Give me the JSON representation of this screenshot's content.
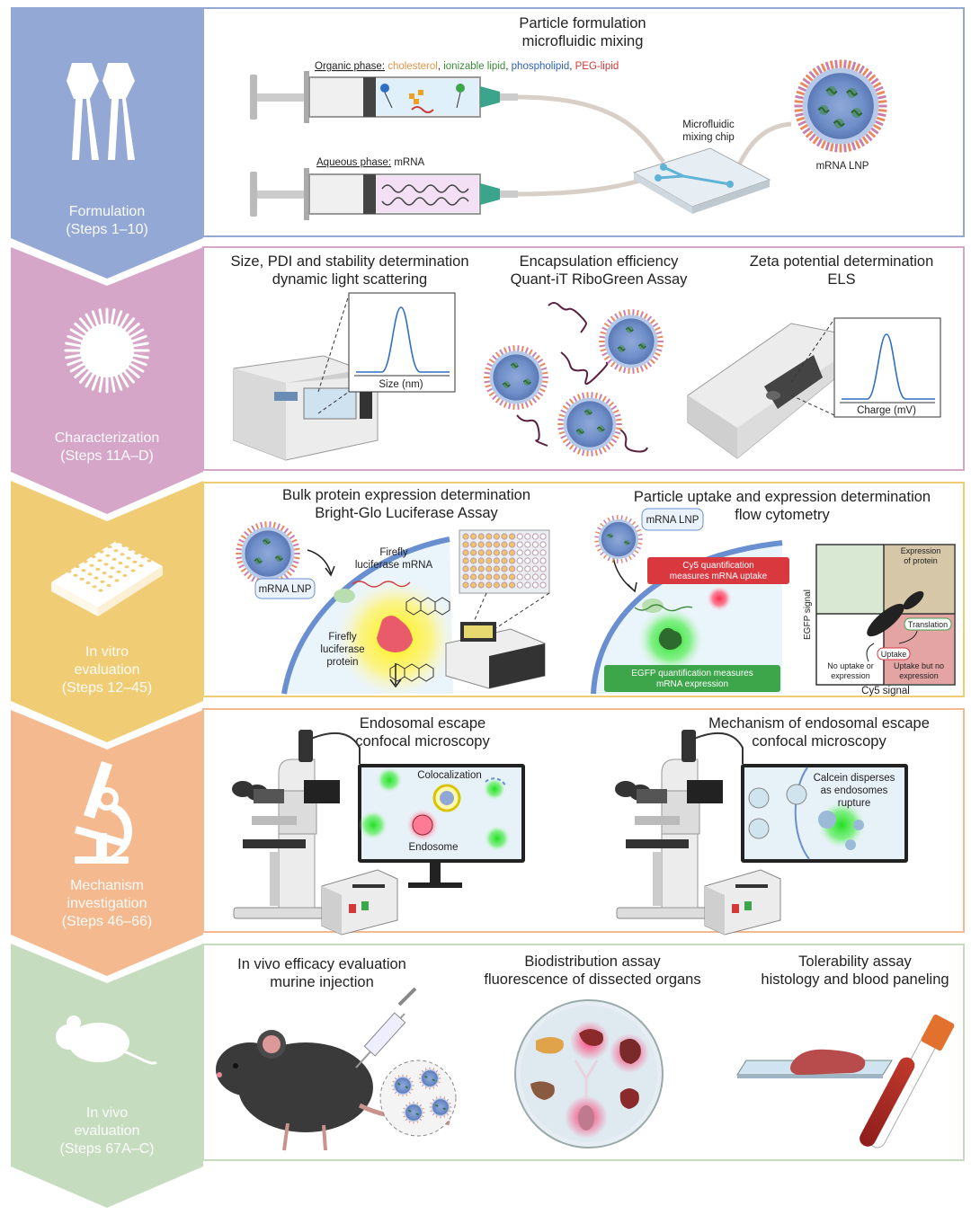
{
  "colors": {
    "formulation": "#93a8d4",
    "characterization": "#d6a6c8",
    "in_vitro": "#f0cc74",
    "mechanism": "#f4b98f",
    "in_vivo": "#c5dcbf"
  },
  "steps": [
    {
      "name": "Formulation",
      "range": "(Steps 1–10)",
      "icon": "lipid-icon"
    },
    {
      "name": "Characterization",
      "range": "(Steps 11A–D)",
      "icon": "nanoparticle-icon"
    },
    {
      "name": "In vitro",
      "name2": "evaluation",
      "range": "(Steps 12–45)",
      "icon": "well-plate-icon"
    },
    {
      "name": "Mechanism",
      "name2": "investigation",
      "range": "(Steps 46–66)",
      "icon": "microscope-icon"
    },
    {
      "name": "In vivo",
      "name2": "evaluation",
      "range": "(Steps 67A–C)",
      "icon": "mouse-icon"
    }
  ],
  "formulation": {
    "title1": "Particle formulation",
    "title2": "microfluidic mixing",
    "organic_label": "Organic phase:",
    "organic_items": [
      "cholesterol",
      "ionizable lipid",
      "phospholipid",
      "PEG-lipid"
    ],
    "aqueous_label": "Aqueous phase:",
    "aqueous_item": "mRNA",
    "chip1": "Microfluidic",
    "chip2": "mixing chip",
    "lnp": "mRNA LNP"
  },
  "characterization": {
    "dls_title1": "Size, PDI and stability determination",
    "dls_title2": "dynamic light scattering",
    "dls_axis": "Size (nm)",
    "ee_title1": "Encapsulation efficiency",
    "ee_title2": "Quant-iT RiboGreen Assay",
    "zeta_title1": "Zeta potential determination",
    "zeta_title2": "ELS",
    "zeta_axis": "Charge (mV)"
  },
  "in_vitro": {
    "bulk_title1": "Bulk protein expression determination",
    "bulk_title2": "Bright-Glo Luciferase Assay",
    "lnp": "mRNA LNP",
    "ff_mrna1": "Firefly",
    "ff_mrna2": "luciferase mRNA",
    "ff_prot1": "Firefly",
    "ff_prot2": "luciferase",
    "ff_prot3": "protein",
    "flow_title1": "Particle uptake and expression determination",
    "flow_title2": "flow cytometry",
    "lnp2": "mRNA LNP",
    "cy5_1": "Cy5 quantification",
    "cy5_2": "measures mRNA uptake",
    "egfp_1": "EGFP quantification measures",
    "egfp_2": "mRNA expression",
    "plot_y": "EGFP signal",
    "plot_x": "Cy5 signal",
    "q_tr1": "Expression",
    "q_tr2": "of protein",
    "q_bl1": "No uptake or",
    "q_bl2": "expression",
    "q_br1": "Uptake but no",
    "q_br2": "expression",
    "uptake": "Uptake",
    "translation": "Translation"
  },
  "mechanism": {
    "esc_title1": "Endosomal escape",
    "esc_title2": "confocal microscopy",
    "coloc": "Colocalization",
    "endosome": "Endosome",
    "mech_title1": "Mechanism of endosomal escape",
    "mech_title2": "confocal microscopy",
    "calcein1": "Calcein disperses",
    "calcein2": "as endosomes",
    "calcein3": "rupture"
  },
  "in_vivo": {
    "eff_title1": "In vivo efficacy evaluation",
    "eff_title2": "murine injection",
    "bio_title1": "Biodistribution assay",
    "bio_title2": "fluorescence of dissected organs",
    "tol_title1": "Tolerability assay",
    "tol_title2": "histology and blood paneling"
  }
}
